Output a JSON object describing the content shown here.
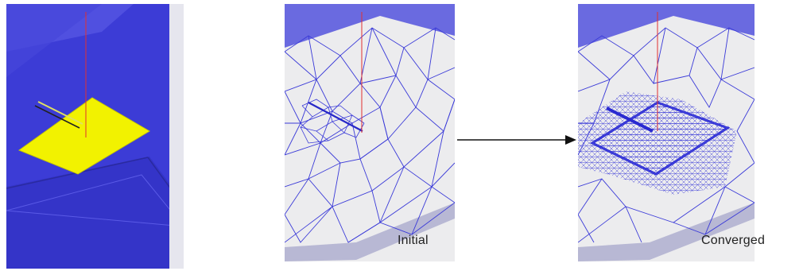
{
  "panels": [
    {
      "id": "model",
      "label": ""
    },
    {
      "id": "initial-mesh",
      "label": "Initial"
    },
    {
      "id": "converged-mesh",
      "label": "Converged"
    }
  ],
  "colors": {
    "substrate_blue": "#3c3cd6",
    "patch_yellow": "#f2f200",
    "mesh_line": "#3a3ad8",
    "mesh_face": "#ececee",
    "probe_red": "#e23030",
    "arrow": "#111111"
  }
}
